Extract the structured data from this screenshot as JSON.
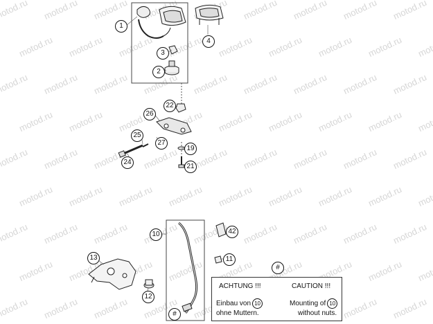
{
  "watermark": "motod.ru",
  "callouts": {
    "c1": "1",
    "c2": "2",
    "c3": "3",
    "c4": "4",
    "c10": "10",
    "c11": "11",
    "c12": "12",
    "c13": "13",
    "c19": "19",
    "c21": "21",
    "c22": "22",
    "c24": "24",
    "c25": "25",
    "c26": "26",
    "c27": "27",
    "c42": "42",
    "hash_bottom": "#",
    "hash_notice": "#"
  },
  "notice": {
    "de_title": "ACHTUNG !!!",
    "en_title": "CAUTION !!!",
    "exclamation": "!",
    "de_line1_pre": "Einbau von",
    "de_line1_ref": "10",
    "de_line2": "ohne Muttern.",
    "en_line1_pre": "Mounting of",
    "en_line1_ref": "10",
    "en_line2": "without nuts."
  }
}
